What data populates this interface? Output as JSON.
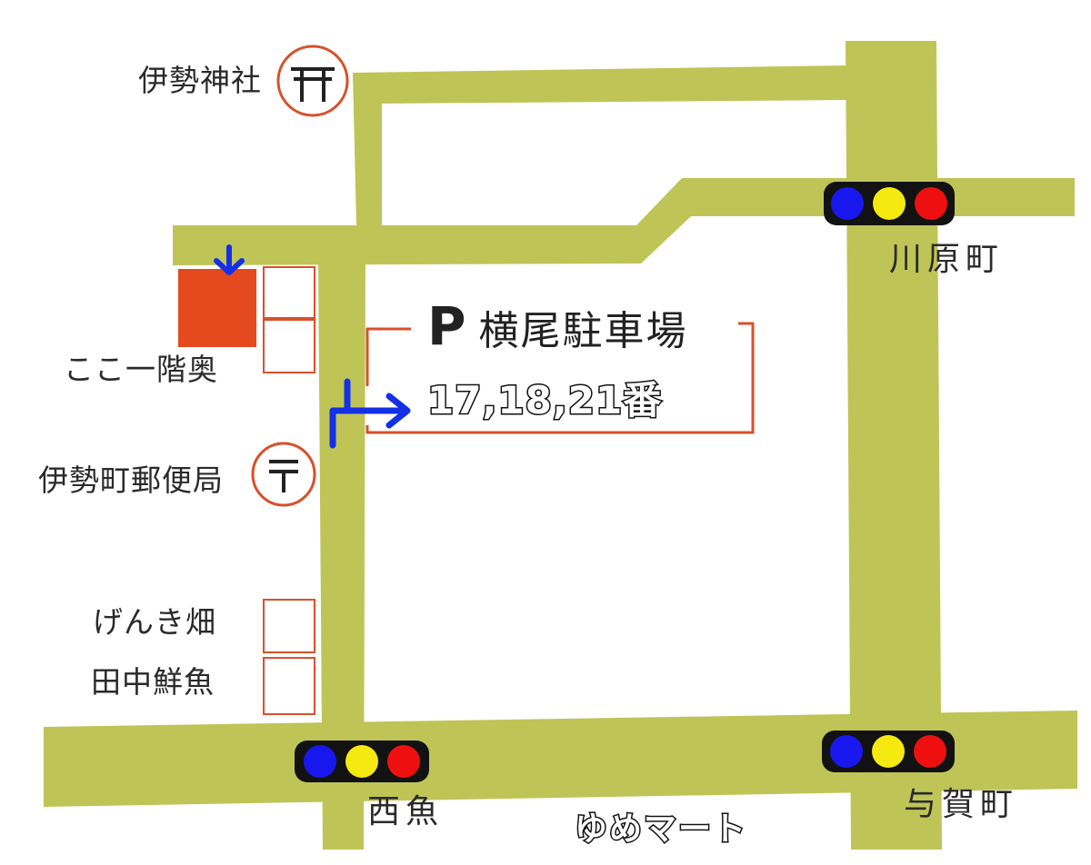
{
  "colors": {
    "road": "#bfc456",
    "marker_red": "#d8502a",
    "building": "#e44a1e",
    "arrow_blue": "#1430e6",
    "signal_body": "#121212",
    "signal_blue": "#1818ee",
    "signal_yellow": "#f4ea10",
    "signal_red": "#ee1010"
  },
  "icons": {
    "shrine": "shrine-map-symbol-icon",
    "post_office": "post-office-map-symbol-icon",
    "traffic_light": "traffic-light-icon",
    "arrow": "blue-route-arrow-icon"
  },
  "landmarks": {
    "shrine": {
      "label": "伊勢神社",
      "symbol": "⛩"
    },
    "post_office": {
      "label": "伊勢町郵便局",
      "symbol": "〒"
    },
    "destination": {
      "label": "ここ一階奥"
    },
    "genkibatake": {
      "label": "げんき畑"
    },
    "tanaka": {
      "label": "田中鮮魚"
    },
    "yume_mart": {
      "label": "ゆめマート"
    }
  },
  "parking": {
    "symbol": "P",
    "name": "横尾駐車場",
    "spots": "17,18,21番"
  },
  "intersections": {
    "kawaharamachi": "川原町",
    "nishiuo": "西魚",
    "yogamachi": "与賀町"
  }
}
